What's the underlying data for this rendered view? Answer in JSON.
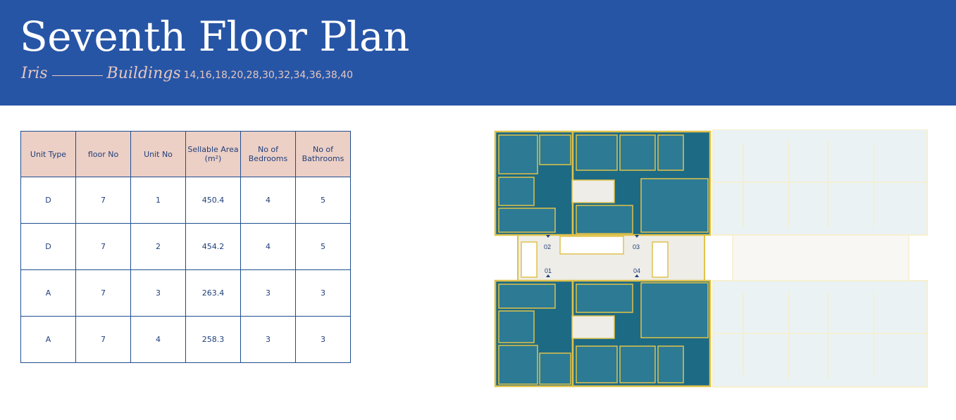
{
  "header": {
    "title": "Seventh Floor Plan",
    "project": "Iris",
    "buildings_label": "Buildings",
    "buildings_numbers": "14,16,18,20,28,30,32,34,36,38,40"
  },
  "table": {
    "headers": {
      "unit_type": "Unit Type",
      "floor_no": "floor No",
      "unit_no": "Unit No",
      "sellable_area": "Sellable Area (m²)",
      "bedrooms": "No of Bedrooms",
      "bathrooms": "No of Bathrooms"
    },
    "rows": [
      {
        "type": "D",
        "floor": "7",
        "unit": "1",
        "area": "450.4",
        "bedrooms": "4",
        "bathrooms": "5"
      },
      {
        "type": "D",
        "floor": "7",
        "unit": "2",
        "area": "454.2",
        "bedrooms": "4",
        "bathrooms": "5"
      },
      {
        "type": "A",
        "floor": "7",
        "unit": "3",
        "area": "263.4",
        "bedrooms": "3",
        "bathrooms": "3"
      },
      {
        "type": "A",
        "floor": "7",
        "unit": "4",
        "area": "258.3",
        "bedrooms": "3",
        "bathrooms": "3"
      }
    ]
  },
  "plan": {
    "unit_labels": [
      "01",
      "02",
      "03",
      "04"
    ],
    "colors": {
      "header_bg": "#2755a6",
      "unit_fill": "#1d6a85",
      "wall": "#e0c24a",
      "faded": "#d6e6ea",
      "table_header": "#eccfc5"
    }
  }
}
